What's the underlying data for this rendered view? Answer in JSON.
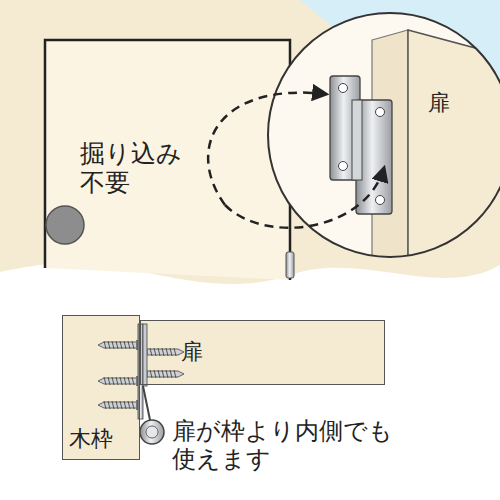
{
  "diagram": {
    "nodes": [
      {
        "text": [
          "扉"
        ]
      },
      {
        "text": [
          "木枠"
        ]
      }
    ],
    "labels": [
      "掘り込み 不要",
      "扉",
      "扉が枠より内側でも 使えます"
    ]
  }
}
